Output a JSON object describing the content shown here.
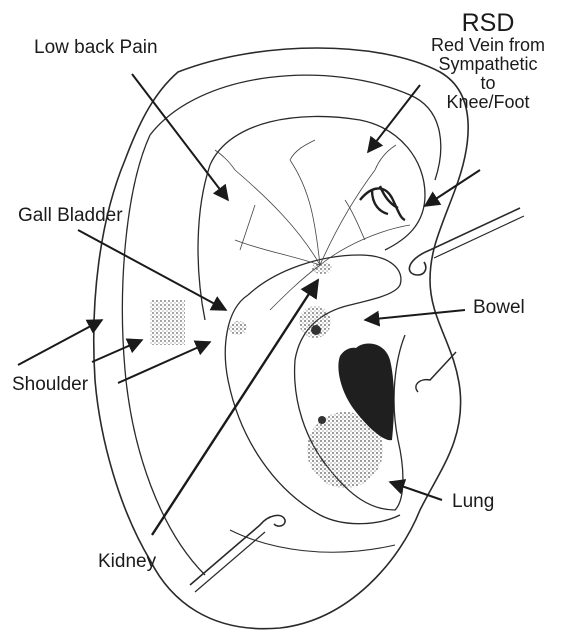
{
  "labels": {
    "low_back_pain": "Low back Pain",
    "gall_bladder": "Gall Bladder",
    "shoulder": "Shoulder",
    "kidney": "Kidney",
    "bowel": "Bowel",
    "lung": "Lung",
    "rsd_title": "RSD",
    "rsd_lines": [
      "Red Vein from",
      "Sympathetic",
      "to",
      "Knee/Foot"
    ]
  },
  "colors": {
    "line": "#1a1a1a",
    "outline": "#2a2a2a",
    "stipple": "#555555",
    "dark_mark": "#1f1f1f"
  }
}
